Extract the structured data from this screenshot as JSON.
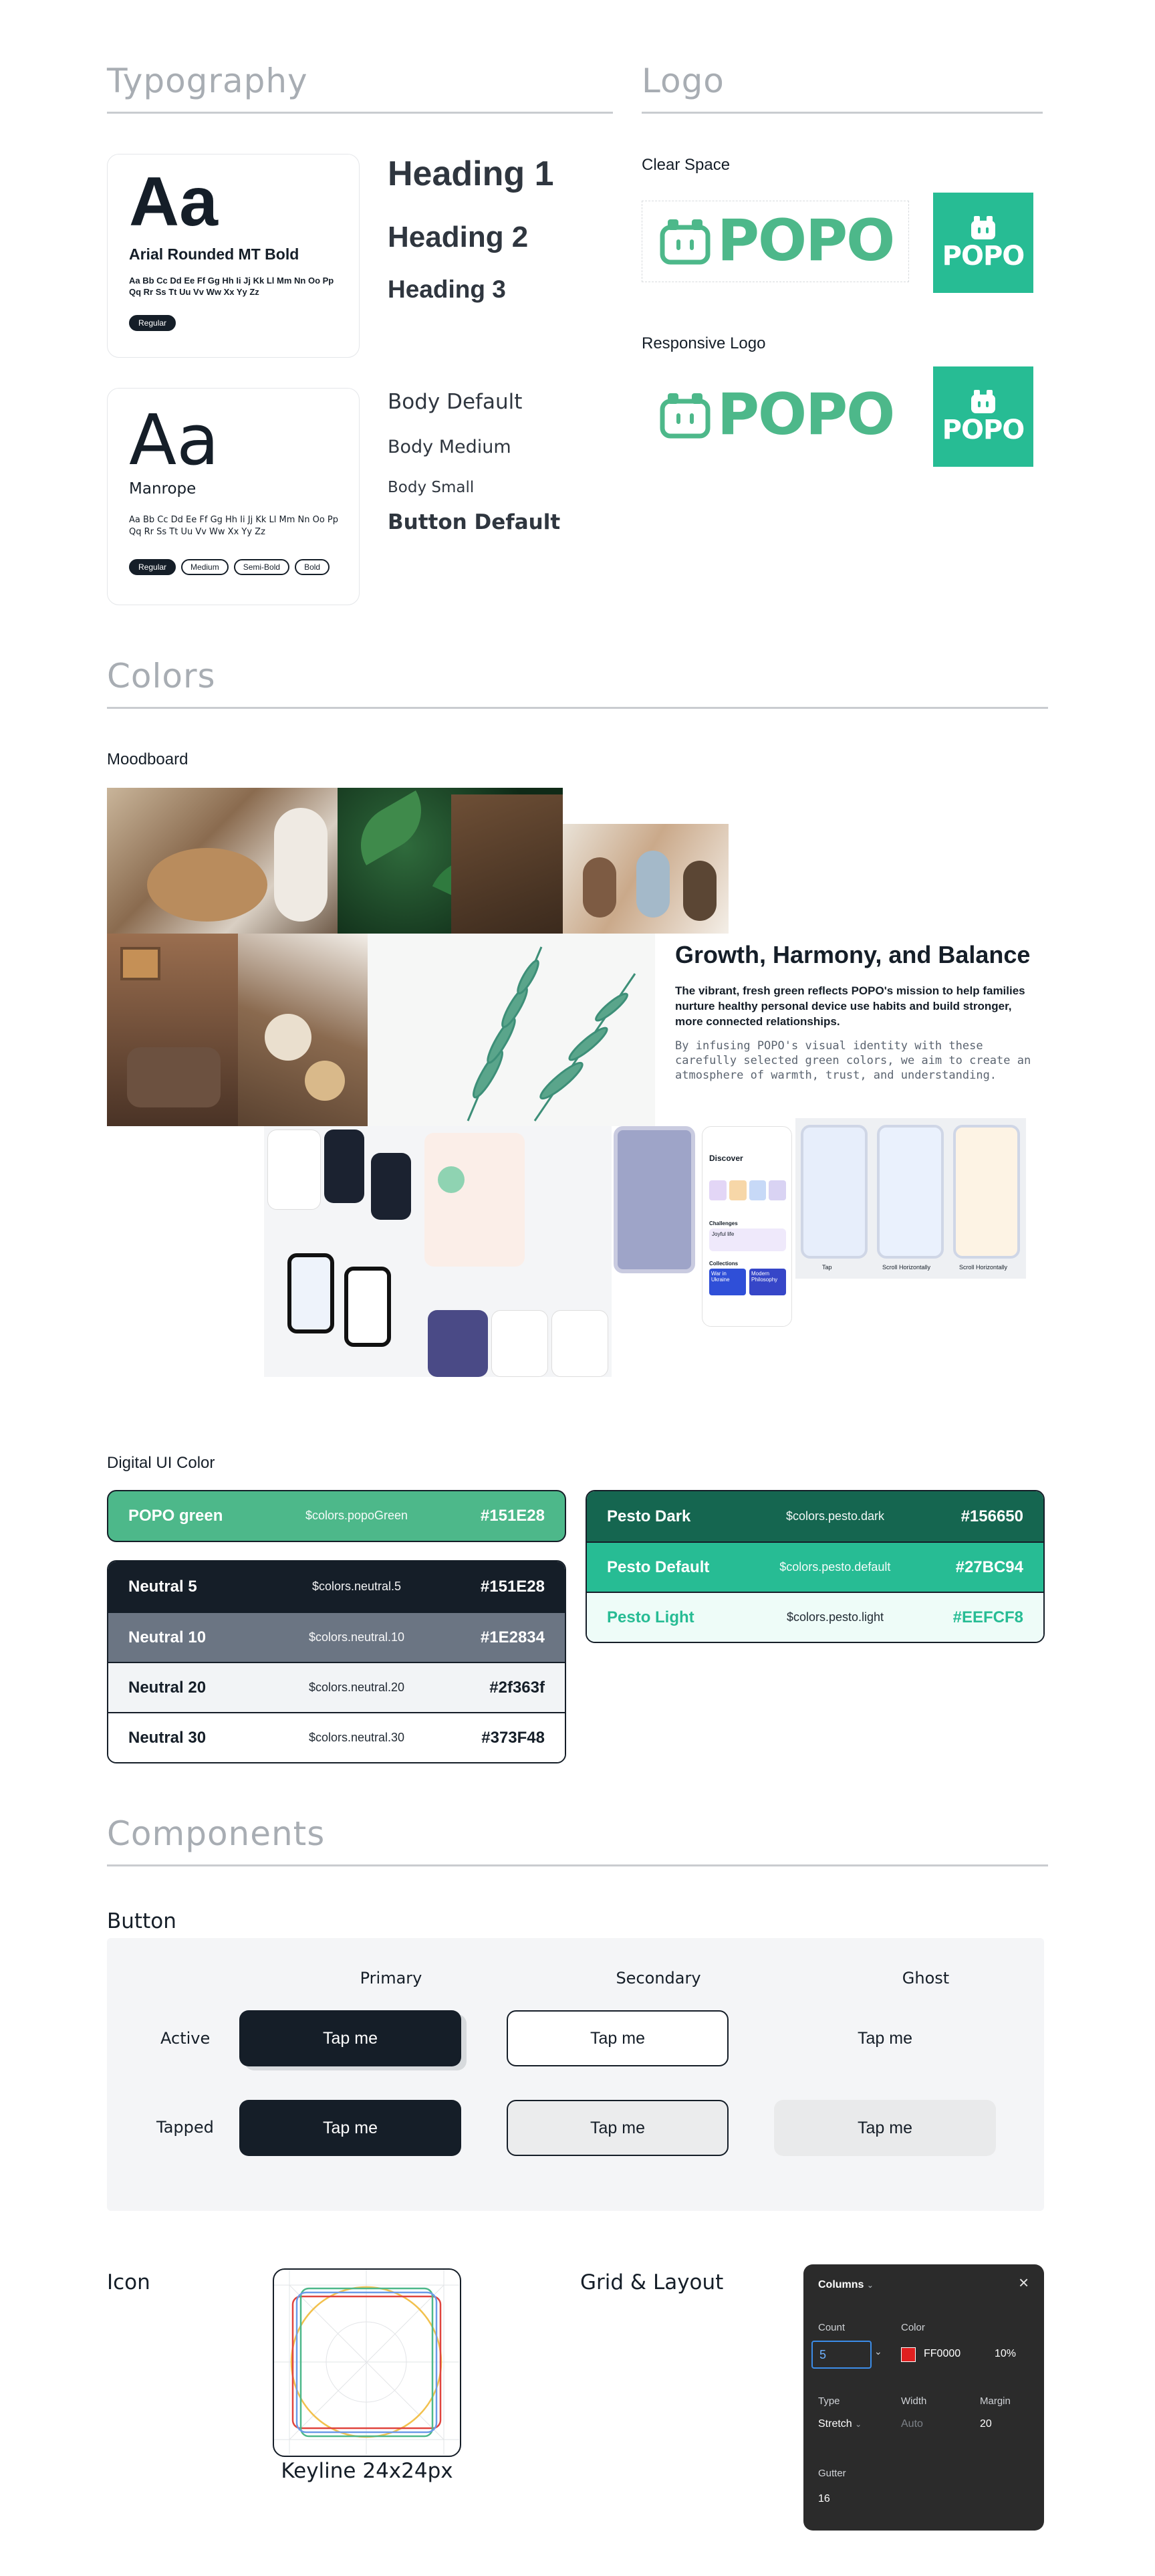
{
  "typography": {
    "section_title": "Typography",
    "card1": {
      "sample": "Aa",
      "font_name": "Arial Rounded MT Bold",
      "alphabet": "Aa Bb Cc Dd Ee Ff Gg Hh Ii Jj Kk Ll Mm Nn Oo Pp Qq Rr Ss Tt Uu Vv Ww Xx Yy Zz",
      "weights": [
        "Regular"
      ]
    },
    "card2": {
      "sample": "Aa",
      "font_name": "Manrope",
      "alphabet": "Aa Bb Cc Dd Ee Ff Gg Hh Ii Jj Kk Ll Mm Nn Oo Pp Qq Rr Ss Tt Uu Vv Ww Xx Yy Zz",
      "weights": [
        "Regular",
        "Medium",
        "Semi-Bold",
        "Bold"
      ]
    },
    "headings": [
      "Heading 1",
      "Heading 2",
      "Heading 3"
    ],
    "body_styles": [
      "Body Default",
      "Body Medium",
      "Body Small",
      "Button Default"
    ]
  },
  "logo": {
    "section_title": "Logo",
    "clear_space_label": "Clear Space",
    "responsive_label": "Responsive Logo",
    "wordmark": "POPO",
    "brand_color": "#4DB88A",
    "box_color": "#27BC94"
  },
  "colors": {
    "section_title": "Colors",
    "moodboard_label": "Moodboard",
    "headline": "Growth, Harmony, and Balance",
    "lead": "The vibrant, fresh green reflects POPO's mission to help families nurture healthy personal device use habits and build stronger, more connected relationships.",
    "body": "By infusing POPO's visual identity with these carefully selected green colors, we aim to create an atmosphere of warmth, trust, and understanding.",
    "digital_ui_label": "Digital UI Color",
    "popo_green": {
      "name": "POPO green",
      "token": "$colors.popoGreen",
      "hex": "#151E28",
      "color": "#4DB88A"
    },
    "neutrals": [
      {
        "name": "Neutral 5",
        "token": "$colors.neutral.5",
        "hex": "#151E28",
        "bg": "#151E28",
        "fg": "#ffffff"
      },
      {
        "name": "Neutral 10",
        "token": "$colors.neutral.10",
        "hex": "#1E2834",
        "bg": "#6B7583",
        "fg": "#ffffff"
      },
      {
        "name": "Neutral 20",
        "token": "$colors.neutral.20",
        "hex": "#2f363f",
        "bg": "#F2F4F6",
        "fg": "#151E28"
      },
      {
        "name": "Neutral 30",
        "token": "$colors.neutral.30",
        "hex": "#373F48",
        "bg": "#ffffff",
        "fg": "#151E28"
      }
    ],
    "pesto": [
      {
        "name": "Pesto Dark",
        "token": "$colors.pesto.dark",
        "hex": "#156650",
        "bg": "#156650",
        "fg": "#ffffff"
      },
      {
        "name": "Pesto Default",
        "token": "$colors.pesto.default",
        "hex": "#27BC94",
        "bg": "#27BC94",
        "fg": "#ffffff"
      },
      {
        "name": "Pesto Light",
        "token": "$colors.pesto.light",
        "hex": "#EEFCF8",
        "bg": "#EEFCF8",
        "fg": "#27BC94"
      }
    ],
    "app_screens": {
      "discover": "Discover",
      "challenges": "Challenges",
      "collections": "Collections",
      "joyful": "Joyful life",
      "war": "War in Ukraine",
      "modern": "Modern Philosophy",
      "tap": "Tap",
      "scroll1": "Scroll Horizontally",
      "scroll2": "Scroll Horizontally"
    }
  },
  "components": {
    "section_title": "Components",
    "button_label": "Button",
    "columns": [
      "Primary",
      "Secondary",
      "Ghost"
    ],
    "rows": [
      "Active",
      "Tapped"
    ],
    "button_text": "Tap me",
    "icon_label": "Icon",
    "keyline_label": "Keyline 24x24px",
    "grid_label": "Grid & Layout",
    "grid_panel": {
      "title": "Columns",
      "count_label": "Count",
      "count_value": "5",
      "color_label": "Color",
      "color_hex": "FF0000",
      "color_swatch": "#E02020",
      "opacity": "10%",
      "type_label": "Type",
      "type_value": "Stretch",
      "width_label": "Width",
      "width_value": "Auto",
      "margin_label": "Margin",
      "margin_value": "20",
      "gutter_label": "Gutter",
      "gutter_value": "16"
    }
  }
}
